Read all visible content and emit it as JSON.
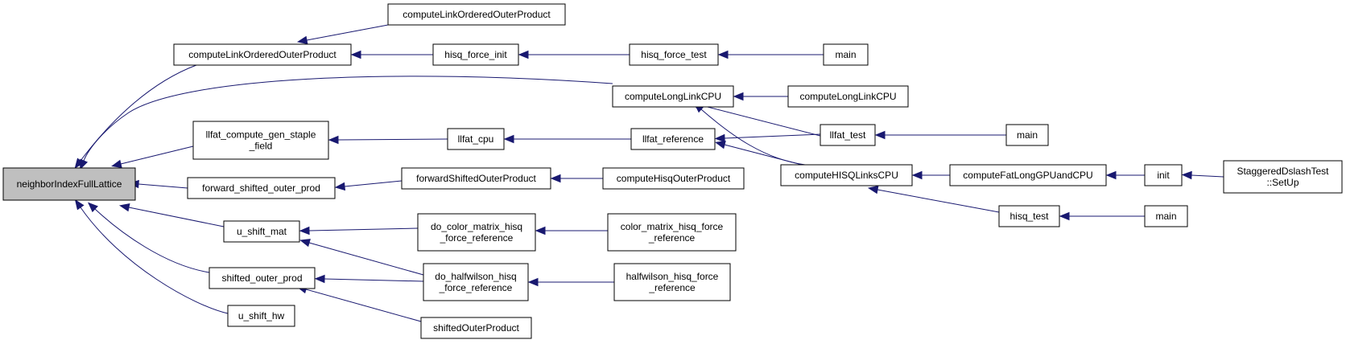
{
  "graph": {
    "root": "neighborIndexFullLattice",
    "nodes": [
      {
        "id": "root",
        "lines": [
          "neighborIndexFullLattice"
        ]
      },
      {
        "id": "cloop1",
        "lines": [
          "computeLinkOrderedOuterProduct"
        ]
      },
      {
        "id": "cloop2",
        "lines": [
          "computeLinkOrderedOuterProduct"
        ]
      },
      {
        "id": "hfi",
        "lines": [
          "hisq_force_init"
        ]
      },
      {
        "id": "hft",
        "lines": [
          "hisq_force_test"
        ]
      },
      {
        "id": "main1",
        "lines": [
          "main"
        ]
      },
      {
        "id": "cll1",
        "lines": [
          "computeLongLinkCPU"
        ]
      },
      {
        "id": "cll2",
        "lines": [
          "computeLongLinkCPU"
        ]
      },
      {
        "id": "lcgs",
        "lines": [
          "llfat_compute_gen_staple",
          "_field"
        ]
      },
      {
        "id": "lcpu",
        "lines": [
          "llfat_cpu"
        ]
      },
      {
        "id": "lref",
        "lines": [
          "llfat_reference"
        ]
      },
      {
        "id": "ltest",
        "lines": [
          "llfat_test"
        ]
      },
      {
        "id": "main2",
        "lines": [
          "main"
        ]
      },
      {
        "id": "fsop",
        "lines": [
          "forward_shifted_outer_prod"
        ]
      },
      {
        "id": "fSOP",
        "lines": [
          "forwardShiftedOuterProduct"
        ]
      },
      {
        "id": "chop",
        "lines": [
          "computeHisqOuterProduct"
        ]
      },
      {
        "id": "chisq",
        "lines": [
          "computeHISQLinksCPU"
        ]
      },
      {
        "id": "cfl",
        "lines": [
          "computeFatLongGPUandCPU"
        ]
      },
      {
        "id": "init",
        "lines": [
          "init"
        ]
      },
      {
        "id": "sds",
        "lines": [
          "StaggeredDslashTest",
          "::SetUp"
        ]
      },
      {
        "id": "usm",
        "lines": [
          "u_shift_mat"
        ]
      },
      {
        "id": "dcm",
        "lines": [
          "do_color_matrix_hisq",
          "_force_reference"
        ]
      },
      {
        "id": "cmh",
        "lines": [
          "color_matrix_hisq_force",
          "_reference"
        ]
      },
      {
        "id": "htest",
        "lines": [
          "hisq_test"
        ]
      },
      {
        "id": "main3",
        "lines": [
          "main"
        ]
      },
      {
        "id": "sop",
        "lines": [
          "shifted_outer_prod"
        ]
      },
      {
        "id": "dhw",
        "lines": [
          "do_halfwilson_hisq",
          "_force_reference"
        ]
      },
      {
        "id": "hwh",
        "lines": [
          "halfwilson_hisq_force",
          "_reference"
        ]
      },
      {
        "id": "ushw",
        "lines": [
          "u_shift_hw"
        ]
      },
      {
        "id": "sOP",
        "lines": [
          "shiftedOuterProduct"
        ]
      }
    ],
    "edges": [
      {
        "from": "cloop1",
        "to": "root"
      },
      {
        "from": "cll1",
        "to": "root"
      },
      {
        "from": "lcgs",
        "to": "root"
      },
      {
        "from": "fsop",
        "to": "root"
      },
      {
        "from": "usm",
        "to": "root"
      },
      {
        "from": "sop",
        "to": "root"
      },
      {
        "from": "ushw",
        "to": "root"
      },
      {
        "from": "cloop2",
        "to": "cloop1"
      },
      {
        "from": "hfi",
        "to": "cloop1"
      },
      {
        "from": "hft",
        "to": "hfi"
      },
      {
        "from": "main1",
        "to": "hft"
      },
      {
        "from": "cll2",
        "to": "cll1"
      },
      {
        "from": "ltest",
        "to": "cll1"
      },
      {
        "from": "chisq",
        "to": "cll1"
      },
      {
        "from": "lcpu",
        "to": "lcgs"
      },
      {
        "from": "lref",
        "to": "lcpu"
      },
      {
        "from": "ltest",
        "to": "lref"
      },
      {
        "from": "chisq",
        "to": "lref"
      },
      {
        "from": "main2",
        "to": "ltest"
      },
      {
        "from": "fSOP",
        "to": "fsop"
      },
      {
        "from": "chop",
        "to": "fSOP"
      },
      {
        "from": "cfl",
        "to": "chisq"
      },
      {
        "from": "htest",
        "to": "chisq"
      },
      {
        "from": "init",
        "to": "cfl"
      },
      {
        "from": "sds",
        "to": "init"
      },
      {
        "from": "main3",
        "to": "htest"
      },
      {
        "from": "dcm",
        "to": "usm"
      },
      {
        "from": "dhw",
        "to": "usm"
      },
      {
        "from": "cmh",
        "to": "dcm"
      },
      {
        "from": "dhw",
        "to": "sop"
      },
      {
        "from": "sOP",
        "to": "sop"
      },
      {
        "from": "hwh",
        "to": "dhw"
      }
    ]
  },
  "colors": {
    "edge": "#191970",
    "root_fill": "#bfbfbf",
    "node_fill": "#ffffff",
    "node_stroke": "#000000"
  }
}
